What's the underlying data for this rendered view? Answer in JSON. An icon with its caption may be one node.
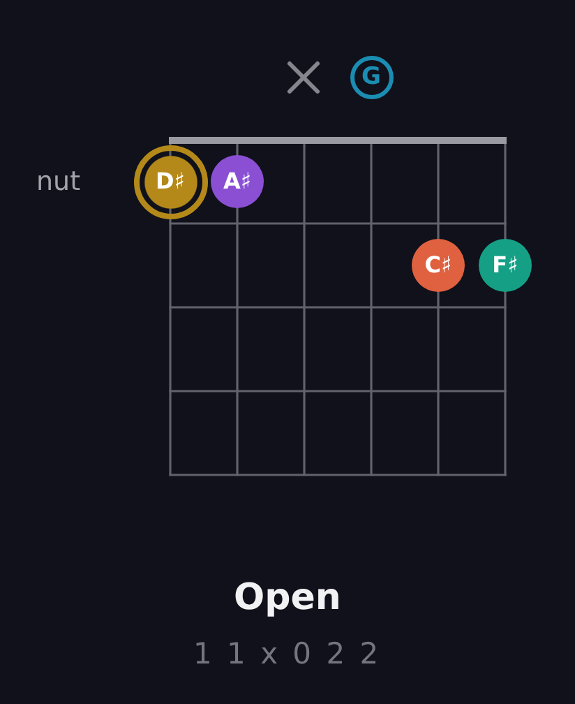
{
  "diagram": {
    "title": "Open",
    "nodes": [
      {
        "text": [
          "G"
        ]
      },
      {
        "text": [
          "D♯"
        ]
      },
      {
        "text": [
          "A♯"
        ]
      },
      {
        "text": [
          "C♯"
        ]
      },
      {
        "text": [
          "F♯"
        ]
      }
    ],
    "labels": [
      "nut",
      "1 1 x 0 2 2"
    ]
  }
}
